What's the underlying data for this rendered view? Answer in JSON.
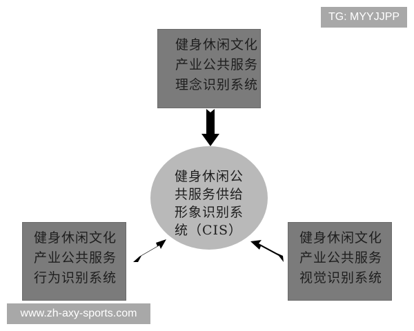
{
  "diagram": {
    "center": {
      "lines": [
        "健身休闲公",
        "共服务供给",
        "形象识别系",
        "统（CIS）"
      ],
      "full_text": "健身休闲公共服务供给形象识别系统（CIS）",
      "shape": "ellipse",
      "fill": "#b9b9b9"
    },
    "nodes": [
      {
        "id": "top",
        "lines": [
          "健身休闲文化",
          "产业公共服务",
          "理念识别系统"
        ],
        "full_text": "健身休闲文化产业公共服务理念识别系统",
        "fill": "#7b7b7b"
      },
      {
        "id": "left",
        "lines": [
          "健身休闲文化",
          "产业公共服务",
          "行为识别系统"
        ],
        "full_text": "健身休闲文化产业公共服务行为识别系统",
        "fill": "#7b7b7b"
      },
      {
        "id": "right",
        "lines": [
          "健身休闲文化",
          "产业公共服务",
          "视觉识别系统"
        ],
        "full_text": "健身休闲文化产业公共服务视觉识别系统",
        "fill": "#7b7b7b"
      }
    ],
    "edges": [
      {
        "from": "top",
        "to": "center",
        "icon": "arrow-down-icon"
      },
      {
        "from": "left",
        "to": "center",
        "icon": "arrow-up-right-icon"
      },
      {
        "from": "right",
        "to": "center",
        "icon": "arrow-up-left-icon"
      }
    ],
    "arrow_color": "#000000"
  },
  "watermarks": {
    "tg": "TG: MYYJJPP",
    "url": "www.zh-axy-sports.com",
    "badge_color": "#a8a8a8"
  }
}
